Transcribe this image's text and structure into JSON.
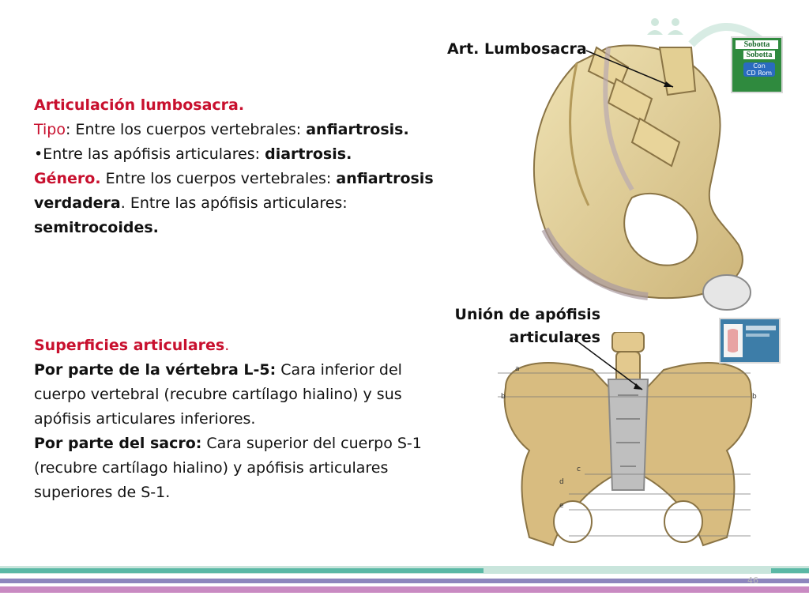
{
  "slide": {
    "section1": {
      "title": "Articulación lumbosacra.",
      "tipo_label": "Tipo",
      "tipo_text": ": Entre los cuerpos vertebrales: ",
      "tipo_bold": "anfiartrosis.",
      "bullet_text": "•Entre las apófisis articulares: ",
      "bullet_bold": "diartrosis.",
      "genero_label": "Género.",
      "genero_text": " Entre los cuerpos vertebrales: ",
      "genero_bold": "anfiartrosis",
      "verdadera_bold": "verdadera",
      "verdadera_text": ". Entre las apófisis articulares:",
      "semitro_bold": "semitrocoides."
    },
    "section2": {
      "title": "Superficies articulares",
      "title_dot": ".",
      "l5_bold": "Por parte de la vértebra L-5:",
      "l5_text1": " Cara inferior del",
      "l5_text2": "cuerpo vertebral (recubre cartílago hialino) y sus",
      "l5_text3": "apófisis articulares inferiores.",
      "sacro_bold": "Por parte del sacro:",
      "sacro_text1": " Cara superior del cuerpo S-1",
      "sacro_text2": "(recubre cartílago hialino) y apófisis articulares",
      "sacro_text3": "superiores de S-1."
    },
    "labels": {
      "art_lumbosacra": "Art. Lumbosacra",
      "union_line1": "Unión de apófisis",
      "union_line2": "articulares"
    },
    "figure_letters": {
      "a": "a",
      "b": "b",
      "c": "c",
      "d": "d",
      "e": "e"
    },
    "books": {
      "sobotta1": "Sobotta",
      "sobotta2": "Sobotta",
      "con": "Con",
      "cdrom": "CD Rom"
    },
    "page_number": "46"
  }
}
